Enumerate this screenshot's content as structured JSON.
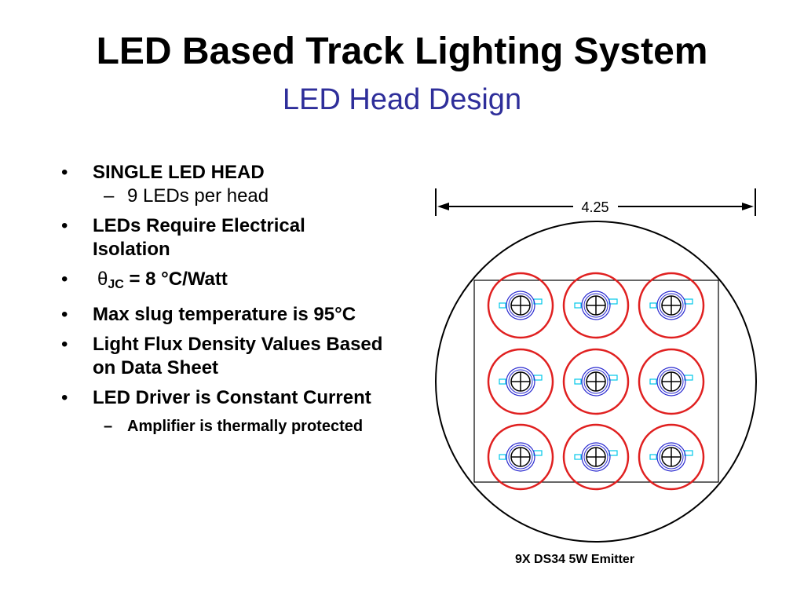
{
  "title": "LED Based Track Lighting System",
  "subtitle": "LED Head Design",
  "bullets": {
    "single_head": "SINGLE LED HEAD",
    "leds_per_head": "9 LEDs per head",
    "isolation": "LEDs Require Electrical Isolation",
    "theta_symbol": "θ",
    "theta_sub": "JC",
    "theta_value": " = 8 °C/Watt",
    "slug_temp": "Max slug temperature is 95°C",
    "flux": "Light Flux Density Values Based on Data Sheet",
    "driver": "LED Driver is Constant Current",
    "amplifier": "Amplifier is thermally protected"
  },
  "diagram": {
    "dimension_label": "4.25",
    "caption": "9X DS34 5W Emitter",
    "led_grid": {
      "rows": 3,
      "columns": 3
    },
    "colors": {
      "outline": "#000000",
      "reflector": "#e02020",
      "emitter": "#2a2ad0",
      "pad": "#00c8e8",
      "subtitle": "#2e2e9a"
    }
  }
}
